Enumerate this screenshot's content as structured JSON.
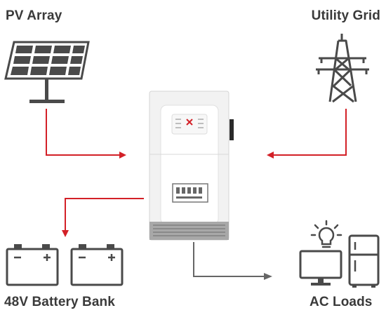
{
  "labels": {
    "pv_array": "PV Array",
    "utility_grid": "Utility Grid",
    "battery_bank": "48V Battery Bank",
    "ac_loads": "AC Loads"
  },
  "colors": {
    "red_arrow": "#d32027",
    "gray_arrow": "#666666",
    "icon_dark": "#4a4a4a",
    "inverter_body": "#f2f2f2",
    "inverter_vent": "#a8a8a8"
  },
  "icons": [
    "solar-panel-icon",
    "transmission-tower-icon",
    "inverter-icon",
    "battery-icon",
    "monitor-icon",
    "lightbulb-icon",
    "refrigerator-icon"
  ]
}
